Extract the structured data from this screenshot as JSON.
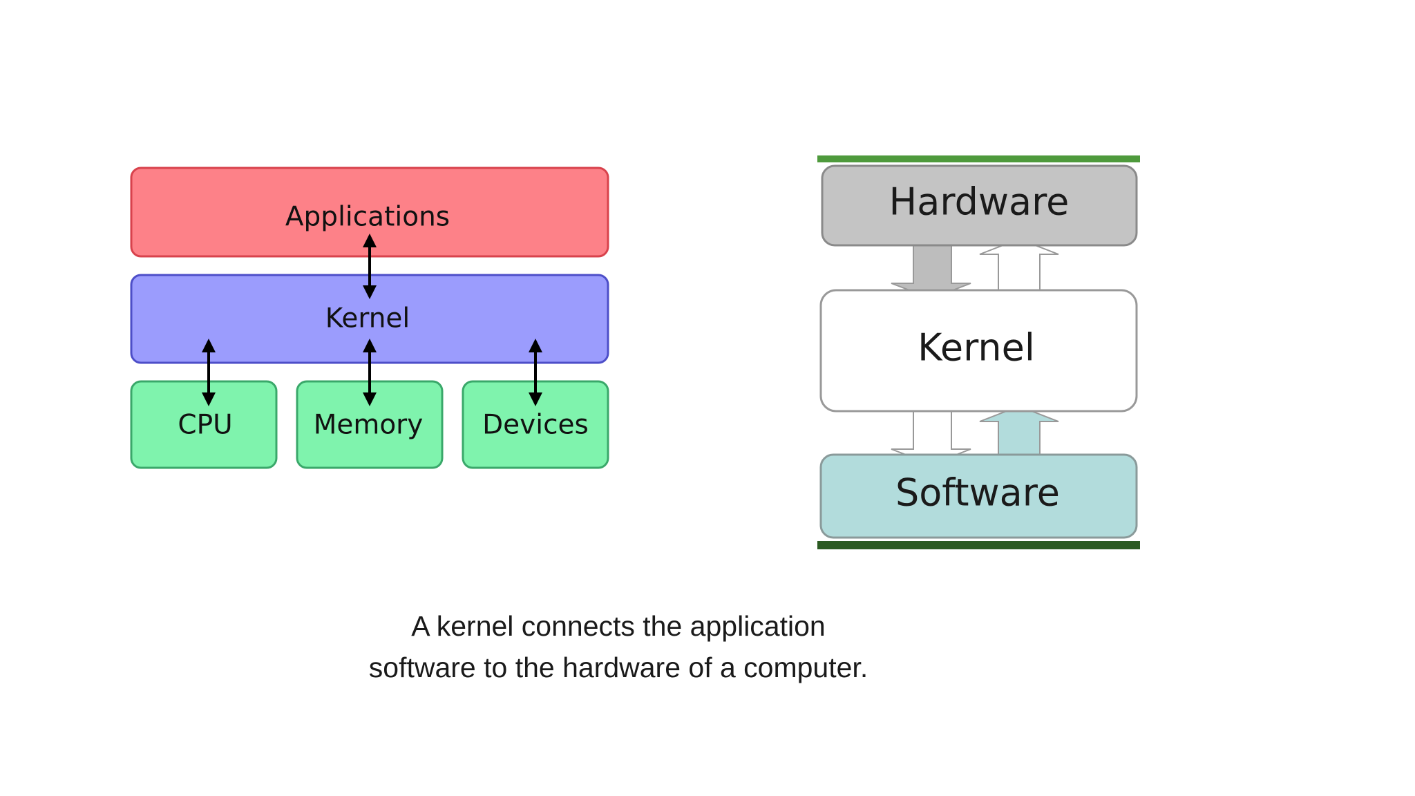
{
  "left_diagram": {
    "applications_label": "Applications",
    "kernel_label": "Kernel",
    "cpu_label": "CPU",
    "memory_label": "Memory",
    "devices_label": "Devices",
    "colors": {
      "applications_fill": "#fd8188",
      "applications_stroke": "#d8424c",
      "kernel_fill": "#9b9cfd",
      "kernel_stroke": "#4d4ec8",
      "device_fill": "#7ff3ad",
      "device_stroke": "#3aa86a"
    }
  },
  "right_diagram": {
    "hardware_label": "Hardware",
    "kernel_label": "Kernel",
    "software_label": "Software",
    "colors": {
      "hardware_fill": "#c4c4c4",
      "software_fill": "#b2dcdc",
      "kernel_fill": "#ffffff",
      "frame_top": "#4e9a3c",
      "frame_bottom": "#2b5a22"
    }
  },
  "caption": {
    "line1": "A kernel connects the application",
    "line2": "software to the hardware of a computer."
  }
}
